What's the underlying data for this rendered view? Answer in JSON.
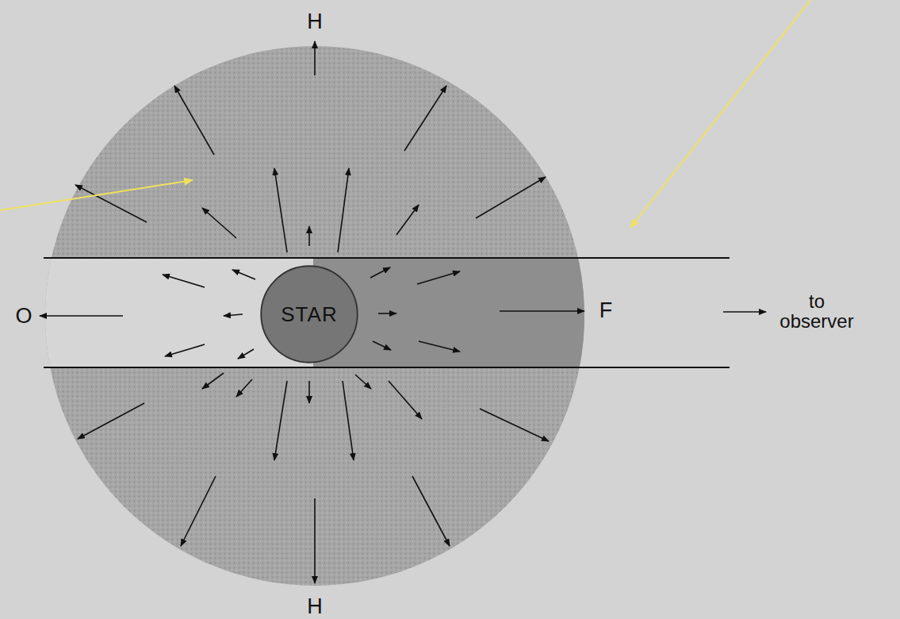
{
  "diagram": {
    "nodes": [
      {
        "text": [
          "STAR"
        ]
      }
    ],
    "labels": [
      "H",
      "O",
      "F",
      "to observer",
      "H"
    ]
  }
}
